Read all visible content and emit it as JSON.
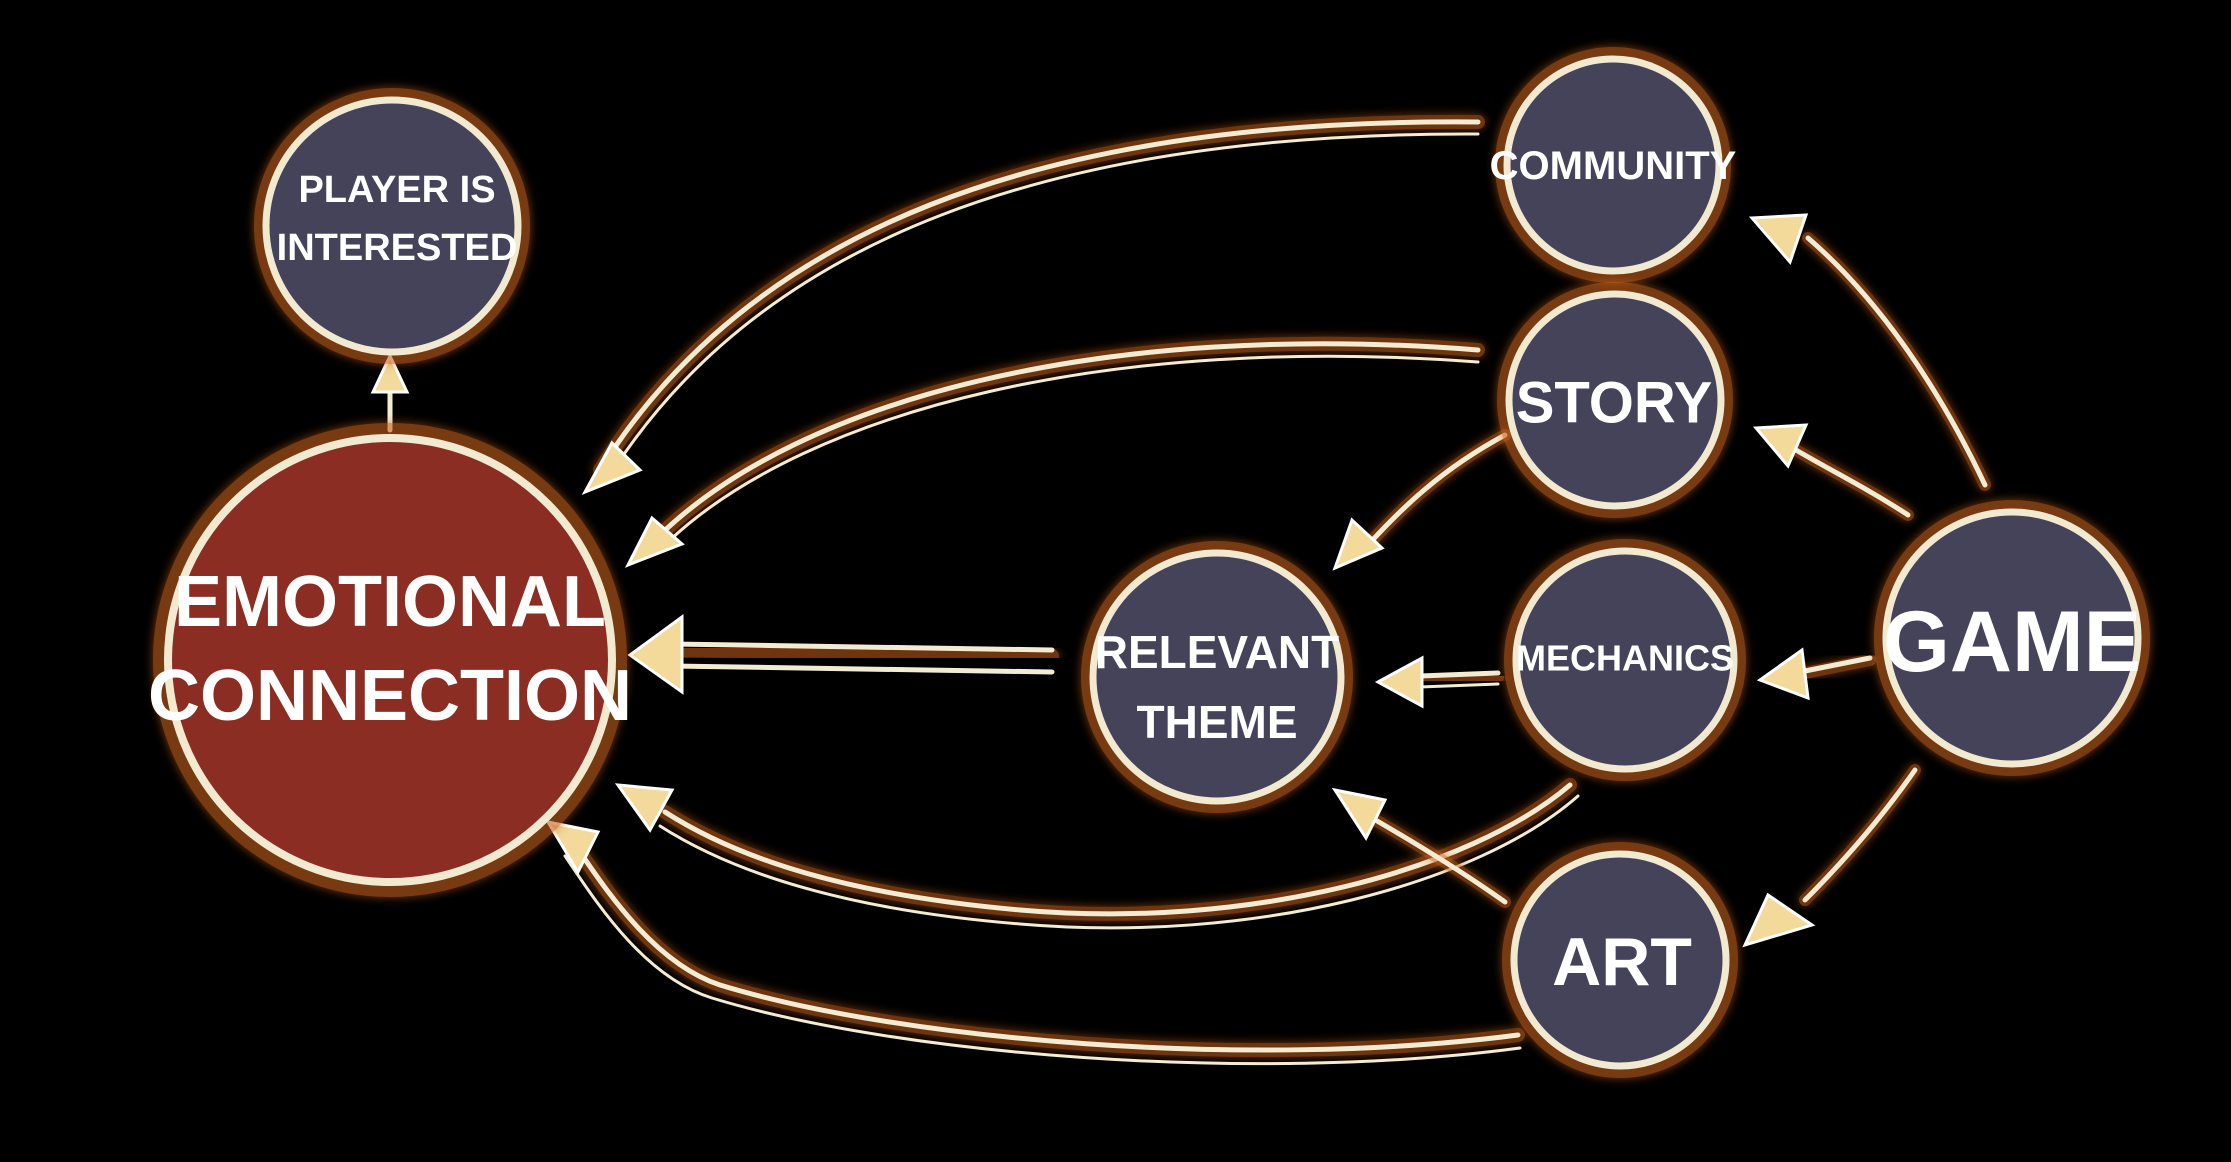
{
  "nodes": {
    "player_interested": {
      "lines": [
        "PLAYER IS",
        "INTERESTED"
      ]
    },
    "emotional_connection": {
      "lines": [
        "EMOTIONAL",
        "CONNECTION"
      ]
    },
    "community": {
      "lines": [
        "COMMUNITY"
      ]
    },
    "story": {
      "lines": [
        "STORY"
      ]
    },
    "relevant_theme": {
      "lines": [
        "RELEVANT",
        "THEME"
      ]
    },
    "mechanics": {
      "lines": [
        "MECHANICS"
      ]
    },
    "game": {
      "lines": [
        "GAME"
      ]
    },
    "art": {
      "lines": [
        "ART"
      ]
    }
  },
  "colors": {
    "background": "#000000",
    "node_fill": "#45435a",
    "primary_fill": "#8b2d22",
    "outline": "#f2ead0",
    "glow": "#c8621a",
    "arrow_stroke": "#f4ecd2",
    "arrowhead_fill": "#f3d99a"
  }
}
